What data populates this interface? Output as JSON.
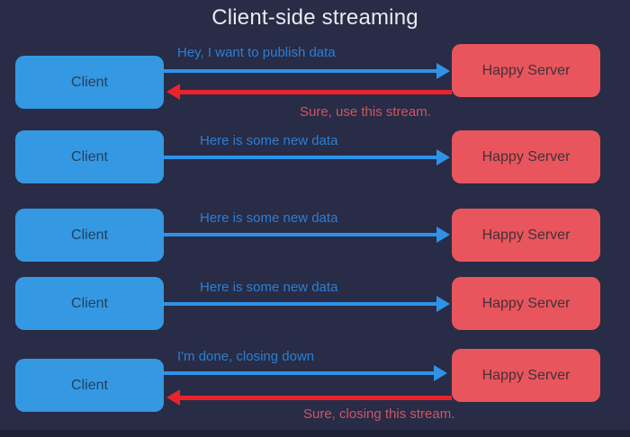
{
  "title": "Client-side streaming",
  "colors": {
    "background": "#282c46",
    "client_box": "#3598e2",
    "client_text": "#274059",
    "server_box": "#e9555c",
    "server_text": "#42313a",
    "request_arrow": "#2e93e8",
    "response_arrow": "#ea232b",
    "request_label": "#2b7fd4",
    "response_label": "#d05560",
    "title_text": "#e9e9ef"
  },
  "rows": [
    {
      "client": "Client",
      "server": "Happy Server",
      "request": "Hey, I want to publish data",
      "response": "Sure, use this stream."
    },
    {
      "client": "Client",
      "server": "Happy Server",
      "request": "Here is some new data"
    },
    {
      "client": "Client",
      "server": "Happy Server",
      "request": "Here is some new data"
    },
    {
      "client": "Client",
      "server": "Happy Server",
      "request": "Here is some new data"
    },
    {
      "client": "Client",
      "server": "Happy Server",
      "request": "I'm done, closing down",
      "response": "Sure, closing this stream."
    }
  ]
}
